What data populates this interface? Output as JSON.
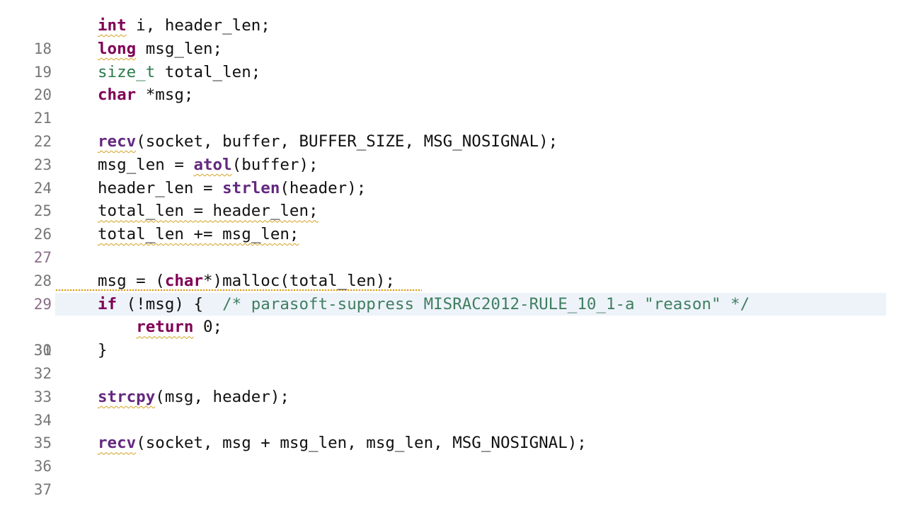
{
  "line_numbers": [
    "18",
    "19",
    "20",
    "21",
    "22",
    "23",
    "24",
    "25",
    "26",
    "27",
    "28",
    "29",
    "30",
    "31",
    "32",
    "33",
    "34",
    "35",
    "36",
    "37"
  ],
  "code": {
    "l18": {
      "kw": "int",
      "rest": " i, header_len;"
    },
    "l19": {
      "kw": "long",
      "rest": " msg_len;"
    },
    "l20": {
      "type": "size_t",
      "rest": " total_len;"
    },
    "l21": {
      "kw": "char",
      "rest": " *msg;"
    },
    "l23": {
      "fn": "recv",
      "rest": "(socket, buffer, BUFFER_SIZE, MSG_NOSIGNAL);"
    },
    "l24": {
      "pre": "msg_len = ",
      "fn": "atol",
      "rest": "(buffer);"
    },
    "l25": {
      "pre": "header_len = ",
      "fn": "strlen",
      "rest": "(header);"
    },
    "l26": {
      "text": "total_len = header_len;"
    },
    "l27": {
      "text": "total_len += msg_len;"
    },
    "l29": {
      "pre": "msg = (",
      "kw": "char",
      "rest": "*)malloc(total_len);"
    },
    "l30": {
      "kw": "if",
      "mid": " (!msg) {  ",
      "comment": "/* parasoft-suppress MISRAC2012-RULE_10_1-a \"reason\" */"
    },
    "l31": {
      "kw": "return",
      "rest": " 0;"
    },
    "l32": {
      "text": "}"
    },
    "l34": {
      "fn": "strcpy",
      "rest": "(msg, header);"
    },
    "l36": {
      "fn": "recv",
      "rest": "(socket, msg + msg_len, msg_len, MSG_NOSIGNAL);"
    }
  },
  "current_line": "30",
  "colors": {
    "keyword": "#7f0055",
    "type": "#2a7a4b",
    "function": "#642880",
    "comment": "#3f7f5f",
    "current_line_bg": "#eef3fa",
    "warning_squiggle": "#d4a020"
  }
}
